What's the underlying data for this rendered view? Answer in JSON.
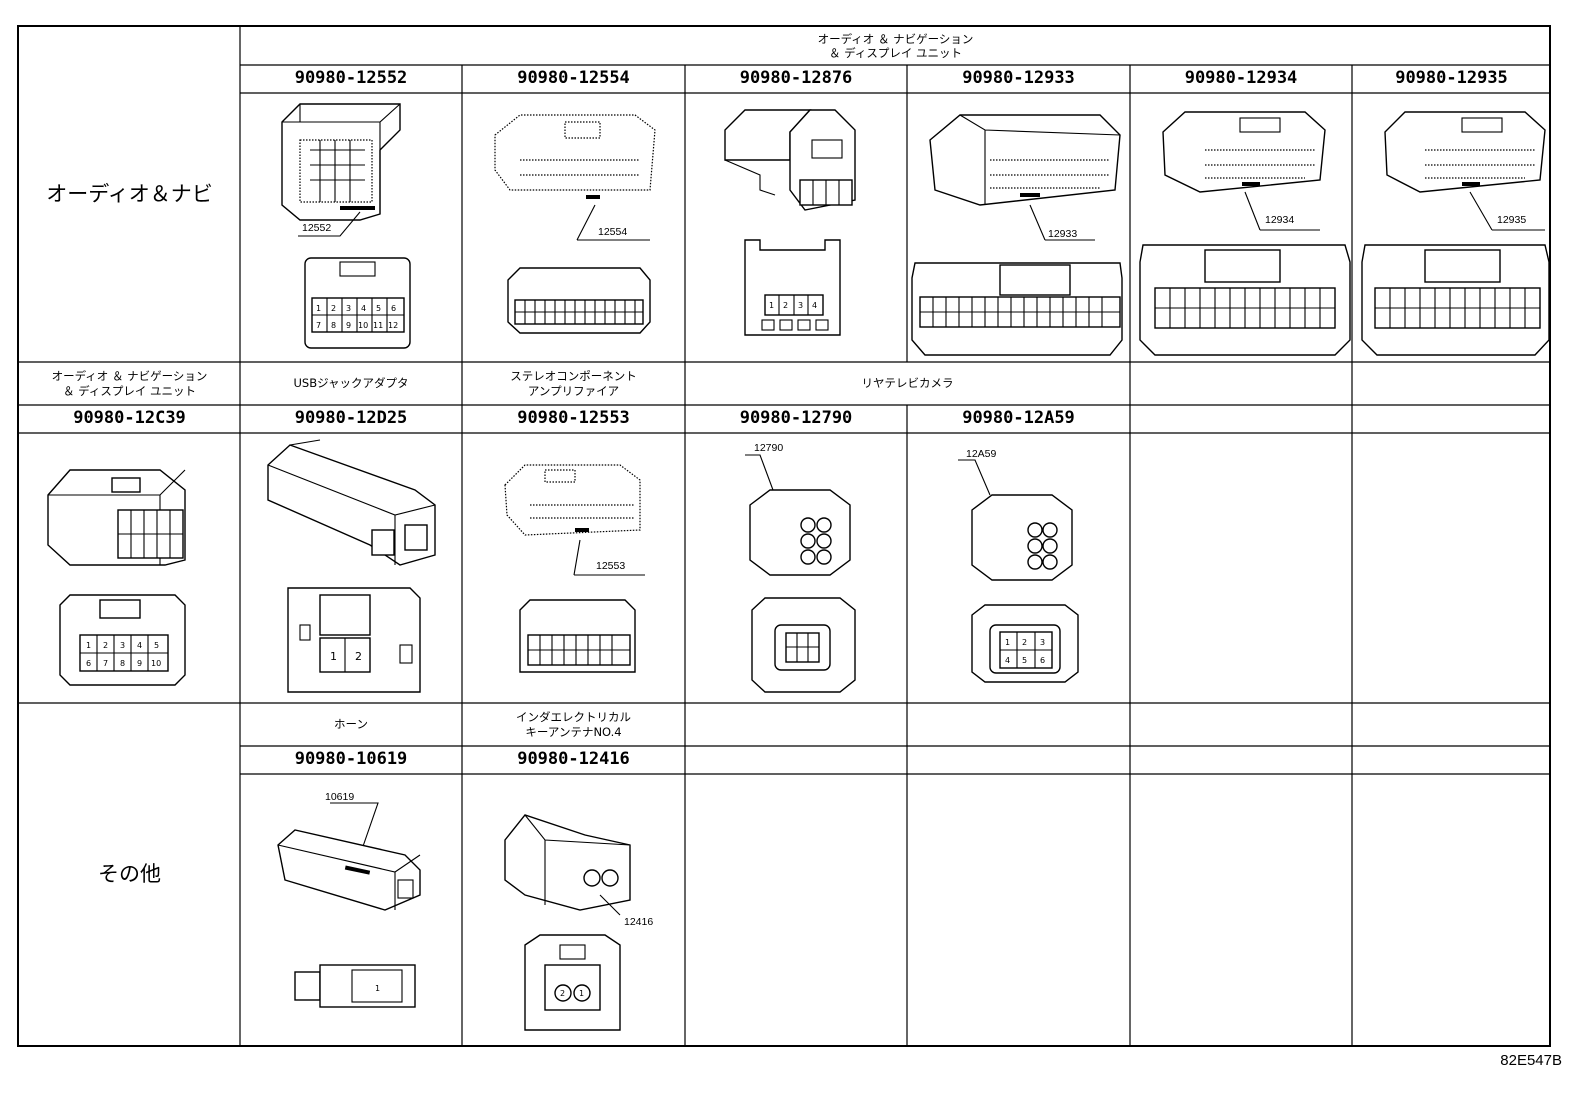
{
  "section1": {
    "label": "オーディオ＆ナビ",
    "group_header": "オーディオ ＆ ナビゲーション\n＆ ディスプレイ ユニット",
    "parts": [
      {
        "part_no": "90980-12552",
        "callout": "12552"
      },
      {
        "part_no": "90980-12554",
        "callout": "12554"
      },
      {
        "part_no": "90980-12876",
        "callout": ""
      },
      {
        "part_no": "90980-12933",
        "callout": "12933"
      },
      {
        "part_no": "90980-12934",
        "callout": "12934"
      },
      {
        "part_no": "90980-12935",
        "callout": "12935"
      }
    ]
  },
  "section2": {
    "headers": [
      "オーディオ ＆ ナビゲーション\n＆ ディスプレイ ユニット",
      "USBジャックアダプタ",
      "ステレオコンポーネント\nアンプリファイア",
      "リヤテレビカメラ"
    ],
    "parts": [
      {
        "part_no": "90980-12C39",
        "callout": ""
      },
      {
        "part_no": "90980-12D25",
        "callout": ""
      },
      {
        "part_no": "90980-12553",
        "callout": "12553"
      },
      {
        "part_no": "90980-12790",
        "callout": "12790"
      },
      {
        "part_no": "90980-12A59",
        "callout": "12A59"
      }
    ]
  },
  "section3": {
    "label": "その他",
    "headers": [
      "ホーン",
      "インダエレクトリカル\nキーアンテナNO.4"
    ],
    "parts": [
      {
        "part_no": "90980-10619",
        "callout": "10619"
      },
      {
        "part_no": "90980-12416",
        "callout": "12416"
      }
    ]
  },
  "figure_code": "82E547B"
}
